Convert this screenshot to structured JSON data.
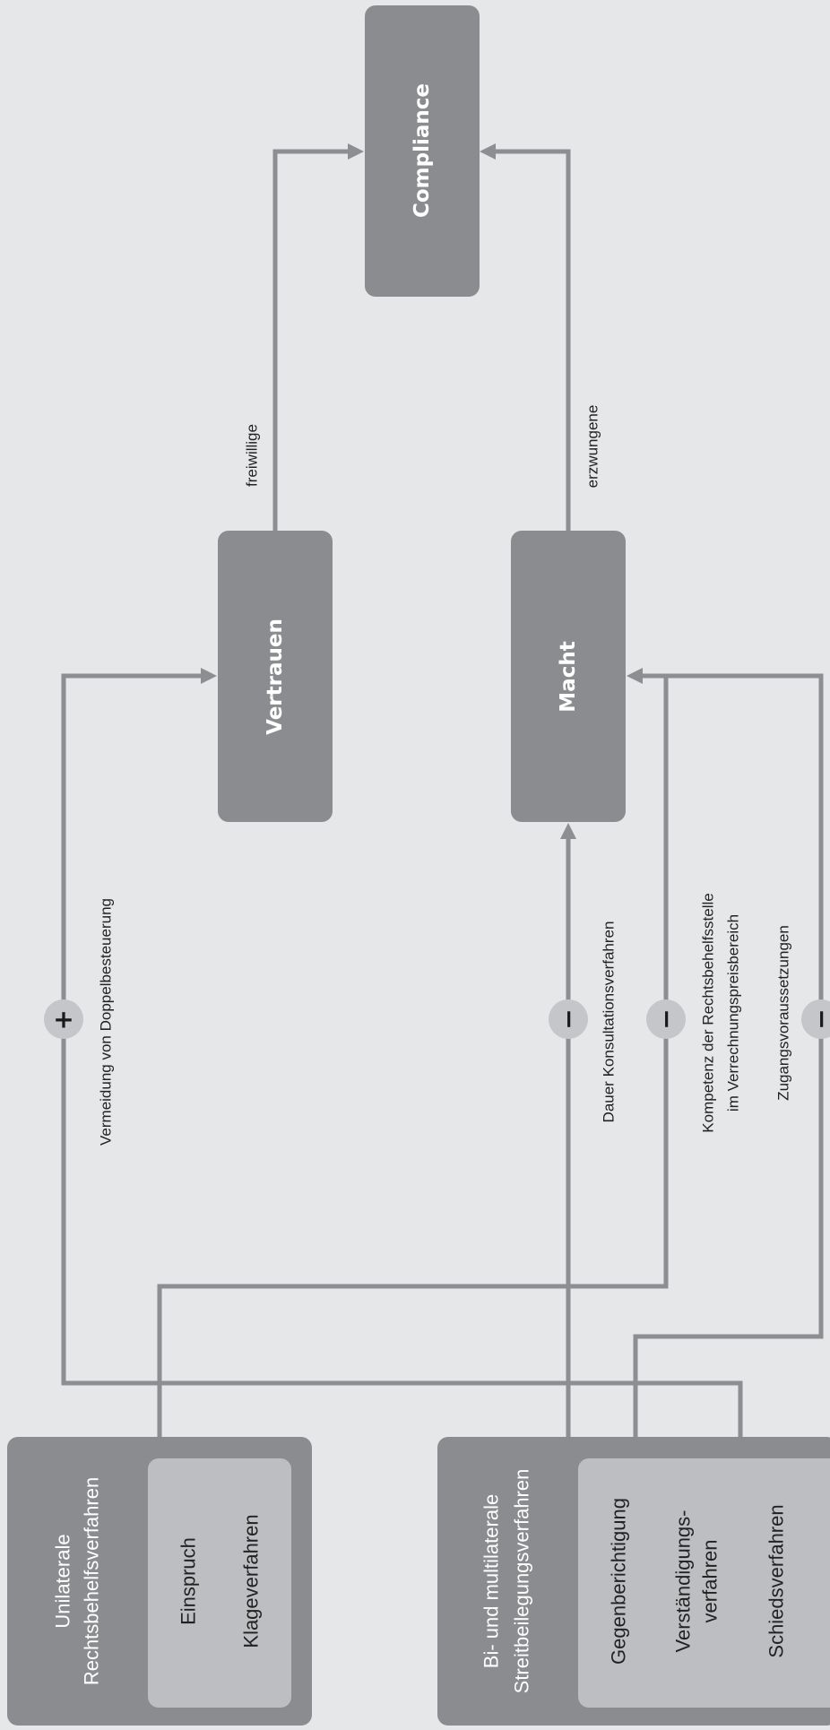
{
  "nodes": {
    "compliance": "Compliance",
    "vertrauen": "Vertrauen",
    "macht": "Macht"
  },
  "unilateral": {
    "title_line1": "Unilaterale",
    "title_line2": "Rechtsbehelfsverfahren",
    "items": [
      "Einspruch",
      "Klageverfahren"
    ]
  },
  "bilateral": {
    "title_line1": "Bi- und multilaterale",
    "title_line2": "Streitbeilegungsverfahren",
    "items": [
      {
        "line1": "Gegenberichtigung",
        "line2": ""
      },
      {
        "line1": "Verständigungs-",
        "line2": "verfahren"
      },
      {
        "line1": "Schiedsverfahren",
        "line2": ""
      }
    ]
  },
  "edges": {
    "freiwillige": "freiwillige",
    "erzwungene": "erzwungene",
    "doppelbesteuerung": {
      "sign": "+",
      "label": "Vermeidung von Doppelbesteuerung"
    },
    "konsultation": {
      "sign": "−",
      "label": "Dauer Konsultationsverfahren"
    },
    "kompetenz": {
      "sign": "−",
      "line1": "Kompetenz der Rechtsbehelfsstelle",
      "line2": "im Verrechnungspreisbereich"
    },
    "zugang": {
      "sign": "−",
      "label": "Zugangsvoraussetzungen"
    }
  }
}
